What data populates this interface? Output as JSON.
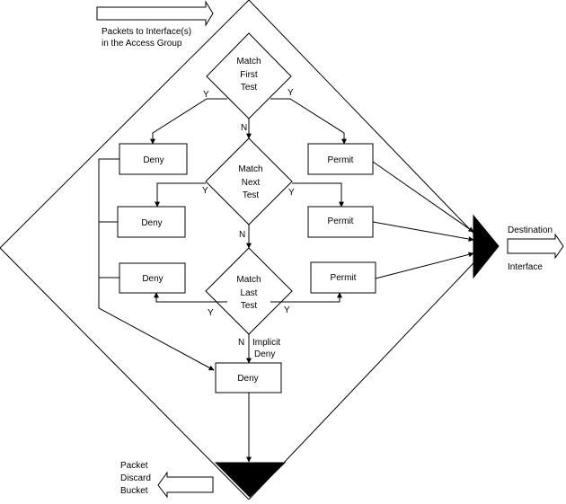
{
  "input_label": [
    "Packets to Interface(s)",
    "in the Access Group"
  ],
  "decisions": {
    "first": [
      "Match",
      "First",
      "Test"
    ],
    "next": [
      "Match",
      "Next",
      "Test"
    ],
    "last": [
      "Match",
      "Last",
      "Test"
    ]
  },
  "boxes": {
    "deny_1": "Deny",
    "deny_2": "Deny",
    "deny_3": "Deny",
    "deny_final": "Deny",
    "permit_1": "Permit",
    "permit_2": "Permit",
    "permit_3": "Permit"
  },
  "branch_labels": {
    "yes": "Y",
    "no": "N"
  },
  "implicit_deny": [
    "Implicit",
    "Deny"
  ],
  "destination_label": [
    "Destination",
    "Interface"
  ],
  "discard_label": [
    "Packet",
    "Discard",
    "Bucket"
  ]
}
